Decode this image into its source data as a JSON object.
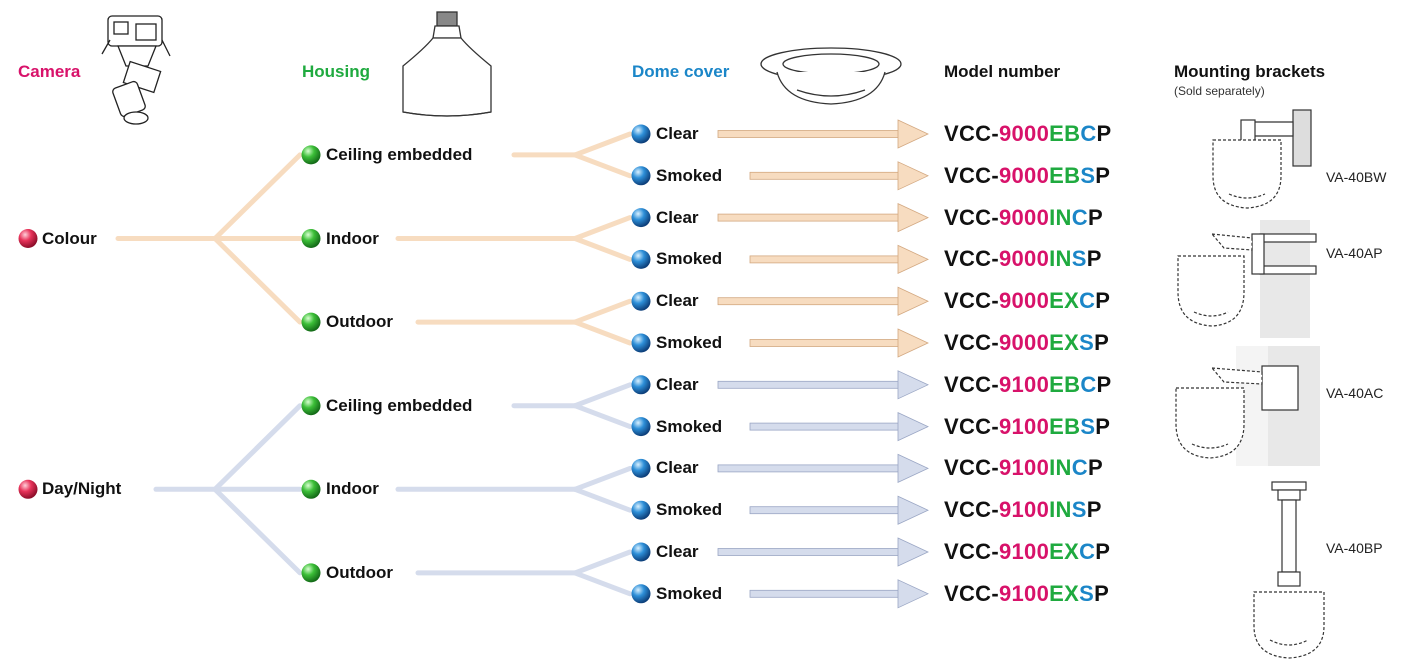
{
  "headers": {
    "camera": "Camera",
    "housing": "Housing",
    "dome_cover": "Dome cover",
    "model_number": "Model number",
    "mounting_brackets": "Mounting brackets",
    "sold_separately": "(Sold separately)"
  },
  "colors": {
    "camera": "#d8126a",
    "housing": "#1faa3f",
    "dome": "#1b86c8",
    "colour_branch": "#f7dcc0",
    "daynight_branch": "#d5dcec"
  },
  "cameras": [
    "Colour",
    "Day/Night"
  ],
  "housings": [
    "Ceiling embedded",
    "Indoor",
    "Outdoor"
  ],
  "domes": [
    "Clear",
    "Smoked"
  ],
  "models": [
    {
      "prefix": "VCC-",
      "num": "9000",
      "housing": "EB",
      "dome": "C",
      "suffix": "P"
    },
    {
      "prefix": "VCC-",
      "num": "9000",
      "housing": "EB",
      "dome": "S",
      "suffix": "P"
    },
    {
      "prefix": "VCC-",
      "num": "9000",
      "housing": "IN",
      "dome": "C",
      "suffix": "P"
    },
    {
      "prefix": "VCC-",
      "num": "9000",
      "housing": "IN",
      "dome": "S",
      "suffix": "P"
    },
    {
      "prefix": "VCC-",
      "num": "9000",
      "housing": "EX",
      "dome": "C",
      "suffix": "P"
    },
    {
      "prefix": "VCC-",
      "num": "9000",
      "housing": "EX",
      "dome": "S",
      "suffix": "P"
    },
    {
      "prefix": "VCC-",
      "num": "9100",
      "housing": "EB",
      "dome": "C",
      "suffix": "P"
    },
    {
      "prefix": "VCC-",
      "num": "9100",
      "housing": "EB",
      "dome": "S",
      "suffix": "P"
    },
    {
      "prefix": "VCC-",
      "num": "9100",
      "housing": "IN",
      "dome": "C",
      "suffix": "P"
    },
    {
      "prefix": "VCC-",
      "num": "9100",
      "housing": "IN",
      "dome": "S",
      "suffix": "P"
    },
    {
      "prefix": "VCC-",
      "num": "9100",
      "housing": "EX",
      "dome": "C",
      "suffix": "P"
    },
    {
      "prefix": "VCC-",
      "num": "9100",
      "housing": "EX",
      "dome": "S",
      "suffix": "P"
    }
  ],
  "brackets": [
    "VA-40BW",
    "VA-40AP",
    "VA-40AC",
    "VA-40BP"
  ]
}
